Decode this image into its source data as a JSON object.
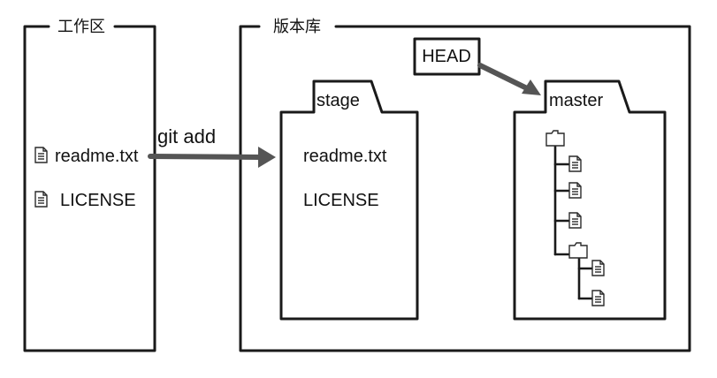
{
  "workspace": {
    "title": "工作区",
    "files": [
      "readme.txt",
      "LICENSE"
    ]
  },
  "repository": {
    "title": "版本库",
    "head_label": "HEAD",
    "stage": {
      "tab_label": "stage",
      "files": [
        "readme.txt",
        "LICENSE"
      ]
    },
    "master": {
      "tab_label": "master"
    }
  },
  "arrow_label": "git add",
  "icons": {
    "file": "file-icon",
    "folder": "folder-icon"
  }
}
